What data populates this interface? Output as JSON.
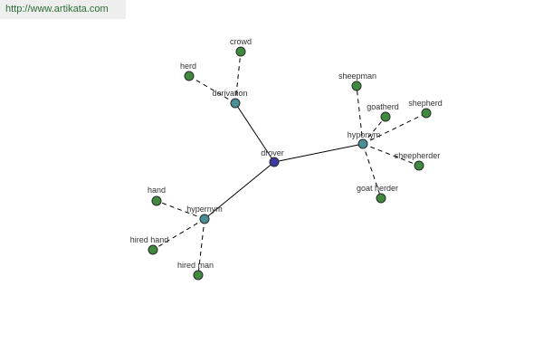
{
  "banner": {
    "url": "http://www.artikata.com"
  },
  "colors": {
    "root": "#3a3aa0",
    "relation": "#4a8e96",
    "leaf": "#3f8a3f",
    "banner_bg": "#eeeeee",
    "banner_text": "#2a6e34"
  },
  "graph": {
    "root": {
      "label": "drover"
    },
    "relations": {
      "derivation": {
        "label": "derivation"
      },
      "hyponym": {
        "label": "hyponym"
      },
      "hypernym": {
        "label": "hypernym"
      }
    },
    "leaves": {
      "crowd": {
        "label": "crowd"
      },
      "herd": {
        "label": "herd"
      },
      "sheepman": {
        "label": "sheepman"
      },
      "goatherd": {
        "label": "goatherd"
      },
      "shepherd": {
        "label": "shepherd"
      },
      "sheepherder": {
        "label": "sheepherder"
      },
      "goat_herder": {
        "label": "goat herder"
      },
      "hand": {
        "label": "hand"
      },
      "hired_hand": {
        "label": "hired hand"
      },
      "hired_man": {
        "label": "hired man"
      }
    }
  }
}
